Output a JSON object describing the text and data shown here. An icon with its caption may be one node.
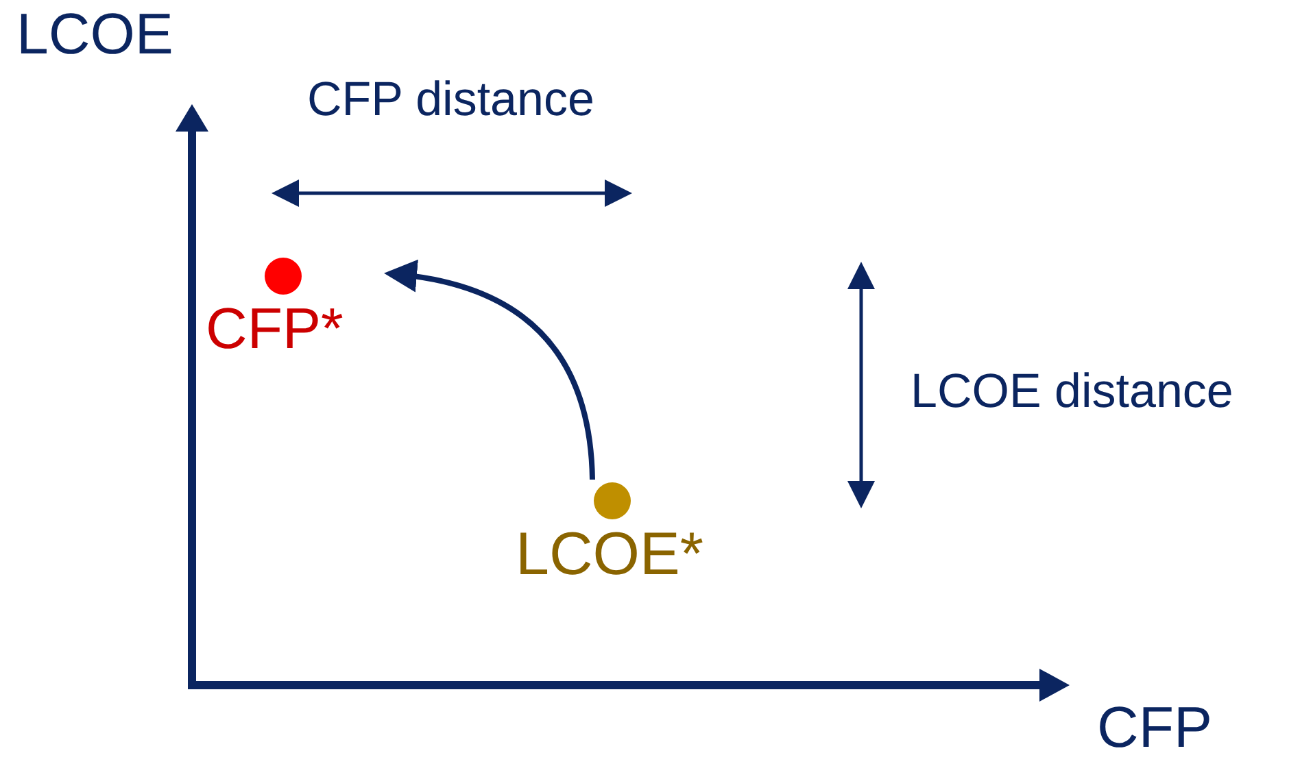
{
  "diagram": {
    "nodes": [
      {
        "text": [
          "CFP*"
        ]
      },
      {
        "text": [
          "LCOE*"
        ]
      }
    ],
    "edges": [
      {
        "from": 1,
        "to": 0,
        "arrow": "to"
      }
    ],
    "labels": [
      "LCOE",
      "CFP distance",
      "LCOE distance",
      "CFP"
    ]
  }
}
